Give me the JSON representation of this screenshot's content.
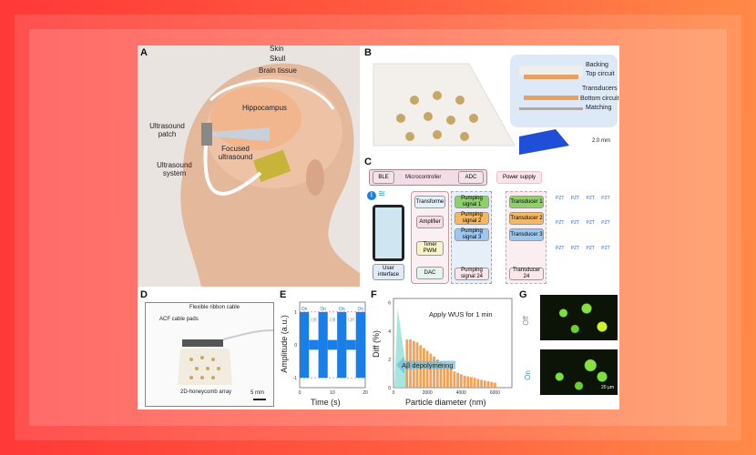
{
  "panels": {
    "a": {
      "label": "A",
      "skin": "Skin",
      "skull": "Skull",
      "brain": "Brain tissue",
      "hippocampus": "Hippocampus",
      "patch": "Ultrasound patch",
      "focused": "Focused ultrasound",
      "system": "Ultrasound system"
    },
    "b": {
      "label": "B",
      "backing": "Backing",
      "top": "Top circuit",
      "transducers": "Transducers",
      "bottom": "Bottom circuit",
      "matching": "Matching",
      "thickness": "2.0 mm"
    },
    "c": {
      "label": "C",
      "ble": "BLE",
      "mcu": "Microcontroller",
      "adc": "ADC",
      "power": "Power supply",
      "transform": "Transforme",
      "amplifier": "Amplifier",
      "timer": "Timer PWM",
      "dac": "DAC",
      "ui": "User interface",
      "signals": [
        "Pumping signal 1",
        "Pumping signal 2",
        "Pumping signal 3",
        "Pumping signal 24"
      ],
      "transducers": [
        "Transducer 1",
        "Transducer 2",
        "Transducer 3",
        "Transducer 24"
      ],
      "pzt": "PZT"
    },
    "d": {
      "label": "D",
      "cable": "Flexible ribbon cable",
      "pads": "ACF cable pads",
      "array": "2D-honeycomb array",
      "scale": "5 mm"
    },
    "g": {
      "label": "G",
      "off": "Off",
      "on": "On",
      "scale": "20 μm"
    }
  },
  "chart_data": [
    {
      "panel": "E",
      "type": "line",
      "xlabel": "Time (s)",
      "ylabel": "Amplitude (a.u.)",
      "xlim": [
        0,
        20
      ],
      "ylim": [
        -1.3,
        1.3
      ],
      "xticks": [
        "0",
        "10",
        "20"
      ],
      "yticks": [
        "1",
        "0",
        "-1"
      ],
      "states": [
        "On",
        "Off",
        "On",
        "Off",
        "On",
        "Off",
        "On"
      ],
      "color": "#1a7ee8"
    },
    {
      "panel": "F",
      "type": "bar",
      "title": "Apply WUS for 1 min",
      "annotation": "Aβ depolymering",
      "xlabel": "Particle diameter (nm)",
      "ylabel": "Diff (%)",
      "xlim": [
        0,
        7000
      ],
      "ylim": [
        0,
        6.3
      ],
      "xticks": [
        "0",
        "2000",
        "4000",
        "6000"
      ],
      "yticks": [
        "0",
        "2",
        "4",
        "6"
      ],
      "x": [
        800,
        1000,
        1200,
        1400,
        1600,
        1800,
        2000,
        2200,
        2400,
        2600,
        2800,
        3000,
        3200,
        3400,
        3600,
        3800,
        4000,
        4200,
        4400,
        4600,
        4800,
        5000,
        5200,
        5400,
        5600,
        5800,
        6000
      ],
      "values": [
        3.4,
        3.4,
        3.3,
        3.2,
        3.0,
        2.8,
        2.6,
        2.4,
        2.2,
        2.0,
        1.8,
        1.6,
        1.45,
        1.3,
        1.15,
        1.05,
        0.95,
        0.85,
        0.8,
        0.75,
        0.7,
        0.62,
        0.55,
        0.5,
        0.45,
        0.4,
        0.35
      ],
      "peak": {
        "x": 250,
        "value": 5.6
      }
    }
  ]
}
